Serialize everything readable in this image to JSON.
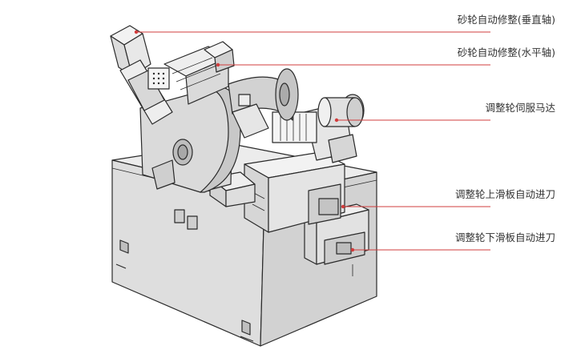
{
  "diagram": {
    "accent_color": "#d23c3c",
    "machine_color": "#e4e4e4",
    "outline_color": "#2a2a2a",
    "callouts": [
      {
        "label": "砂轮自动修整(垂直轴)"
      },
      {
        "label": "砂轮自动修整(水平轴)"
      },
      {
        "label": "调整轮伺服马达"
      },
      {
        "label": "调整轮上滑板自动进刀"
      },
      {
        "label": "调整轮下滑板自动进刀"
      }
    ]
  }
}
